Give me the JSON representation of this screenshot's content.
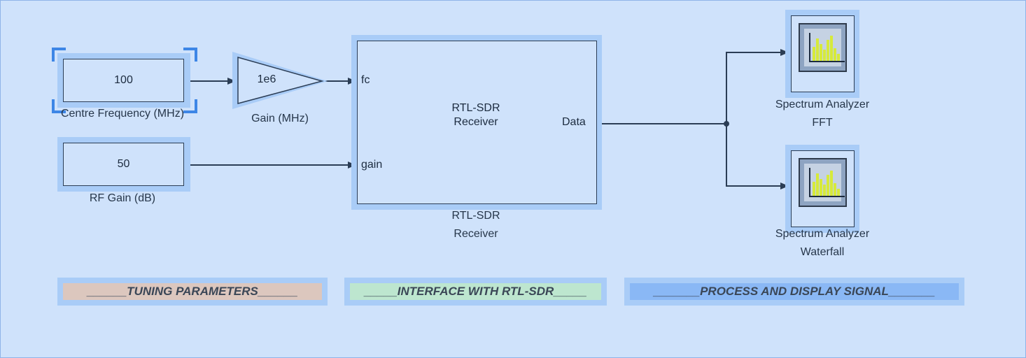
{
  "blocks": {
    "centre_frequency": {
      "value": "100",
      "label": "Centre Frequency (MHz)"
    },
    "rf_gain": {
      "value": "50",
      "label": "RF Gain (dB)"
    },
    "gain": {
      "value": "1e6",
      "label": "Gain (MHz)"
    },
    "receiver": {
      "inner_title_1": "RTL-SDR",
      "inner_title_2": "Receiver",
      "port_fc": "fc",
      "port_gain": "gain",
      "port_data": "Data",
      "label_1": "RTL-SDR",
      "label_2": "Receiver"
    },
    "fft_scope": {
      "label_1": "Spectrum Analyzer",
      "label_2": "FFT"
    },
    "waterfall_scope": {
      "label_1": "Spectrum Analyzer",
      "label_2": "Waterfall"
    }
  },
  "annotations": {
    "tuning": {
      "text": "______TUNING PARAMETERS______",
      "color": "#dcc7be"
    },
    "interface": {
      "text": "_____INTERFACE WITH RTL-SDR_____",
      "color": "#bde6cf"
    },
    "process": {
      "text": "_______PROCESS AND DISPLAY SIGNAL_______",
      "color": "#8ab8f5"
    }
  },
  "colors": {
    "canvas": "#cfe2fb",
    "glow": "#a9ccf7",
    "wire": "#2b3d55",
    "selection": "#3d86e6"
  }
}
